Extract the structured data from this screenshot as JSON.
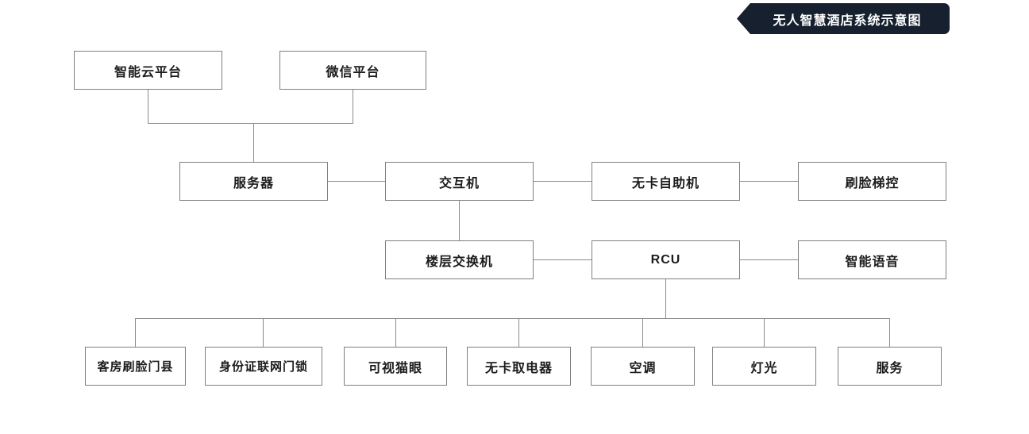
{
  "banner": {
    "title": "无人智慧酒店系统示意图",
    "bg_color": "#16202e",
    "text_color": "#ffffff"
  },
  "colors": {
    "box_background": "#ffffff",
    "box_border": "#7f7f7f",
    "connector_line": "#8a8a8a",
    "box_text": "#1c1c1c",
    "page_background": "#ffffff"
  },
  "nodes": {
    "cloud": {
      "label": "智能云平台"
    },
    "wechat": {
      "label": "微信平台"
    },
    "server": {
      "label": "服务器"
    },
    "exchanger": {
      "label": "交互机"
    },
    "kiosk": {
      "label": "无卡自助机"
    },
    "elevator": {
      "label": "刷脸梯控"
    },
    "floorswitch": {
      "label": "楼层交换机"
    },
    "rcu": {
      "label": "RCU"
    },
    "voice": {
      "label": "智能语音"
    },
    "dooraccess": {
      "label": "客房刷脸门县"
    },
    "idlock": {
      "label": "身份证联网门锁"
    },
    "peephole": {
      "label": "可视猫眼"
    },
    "power": {
      "label": "无卡取电器"
    },
    "ac": {
      "label": "空调"
    },
    "light": {
      "label": "灯光"
    },
    "service": {
      "label": "服务"
    }
  },
  "edges": [
    {
      "from": "智能云平台",
      "to": "服务器"
    },
    {
      "from": "微信平台",
      "to": "服务器"
    },
    {
      "from": "服务器",
      "to": "交互机"
    },
    {
      "from": "交互机",
      "to": "无卡自助机"
    },
    {
      "from": "无卡自助机",
      "to": "刷脸梯控"
    },
    {
      "from": "交互机",
      "to": "楼层交换机"
    },
    {
      "from": "楼层交换机",
      "to": "RCU"
    },
    {
      "from": "RCU",
      "to": "智能语音"
    },
    {
      "from": "RCU",
      "to": "客房刷脸门县"
    },
    {
      "from": "RCU",
      "to": "身份证联网门锁"
    },
    {
      "from": "RCU",
      "to": "可视猫眼"
    },
    {
      "from": "RCU",
      "to": "无卡取电器"
    },
    {
      "from": "RCU",
      "to": "空调"
    },
    {
      "from": "RCU",
      "to": "灯光"
    },
    {
      "from": "RCU",
      "to": "服务"
    }
  ]
}
